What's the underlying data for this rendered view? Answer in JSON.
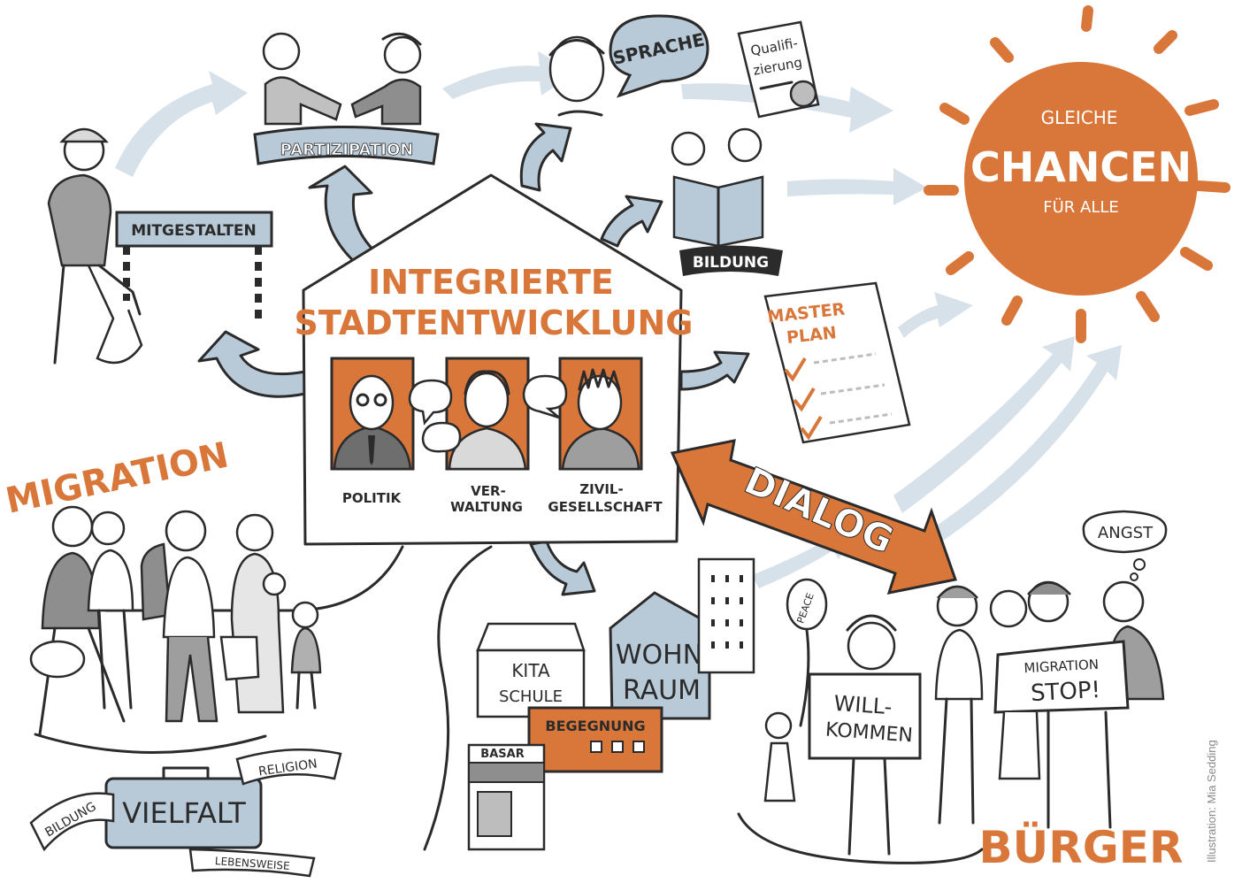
{
  "colors": {
    "accent": "#d9773b",
    "light_blue": "#b8c9d8",
    "pale_blue": "#d7e1ea",
    "ink": "#2b2b2b",
    "gray": "#bdbdbd"
  },
  "house": {
    "title_line1": "INTEGRIERTE",
    "title_line2": "STADTENTWICKLUNG",
    "politik": "POLITIK",
    "verwaltung_1": "VER-",
    "verwaltung_2": "WALTUNG",
    "zivil_1": "ZIVIL-",
    "zivil_2": "GESELLSCHAFT"
  },
  "sun": {
    "line1": "GLEICHE",
    "line2": "CHANCEN",
    "line3": "FÜR ALLE"
  },
  "partizipation": "PARTIZIPATION",
  "sprache": "SPRACHE",
  "qualifizierung_1": "Qualifi-",
  "qualifizierung_2": "zierung",
  "bildung_banner": "BILDUNG",
  "masterplan_1": "MASTER",
  "masterplan_2": "PLAN",
  "mitgestalten": "MITGESTALTEN",
  "migration": "MIGRATION",
  "dialog": "DIALOG",
  "angst": "ANGST",
  "buerger": "BÜRGER",
  "peace": "PEACE",
  "willkommen_1": "WILL-",
  "willkommen_2": "KOMMEN",
  "stop_1": "MIGRATION",
  "stop_2": "STOP!",
  "kita": "KITA",
  "schule": "SCHULE",
  "wohnraum_1": "WOHN",
  "wohnraum_2": "RAUM",
  "begegnung": "BEGEGNUNG",
  "basar": "BASAR",
  "suitcase": {
    "label": "VIELFALT",
    "ribbon_left": "BILDUNG",
    "ribbon_right": "RELIGION",
    "ribbon_bottom": "LEBENSWEISE"
  },
  "credit": "Illustration: Mia Sedding"
}
